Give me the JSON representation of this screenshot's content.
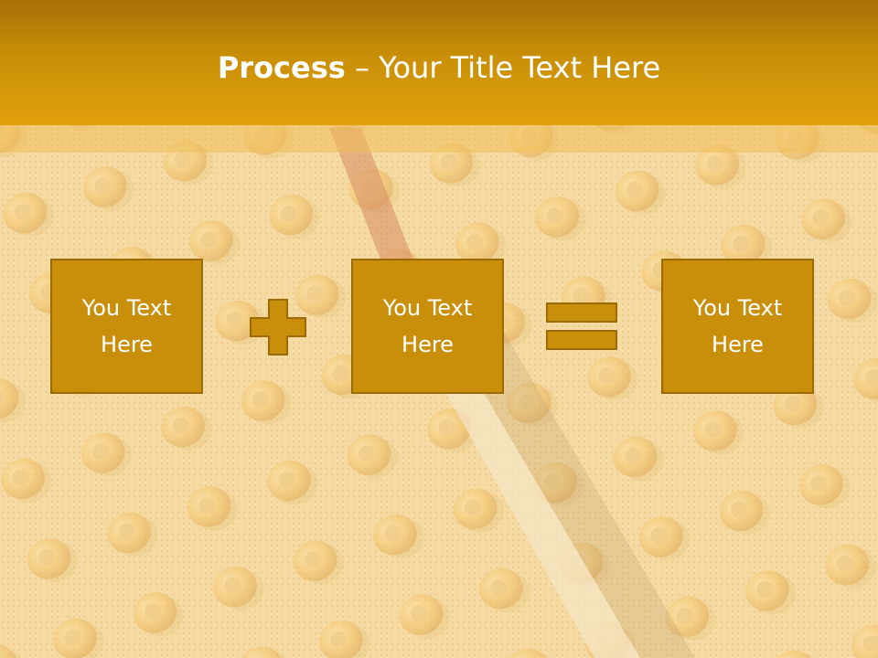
{
  "slide": {
    "title_bold": "Process",
    "title_rest": " – Your Title Text Here"
  },
  "process": {
    "boxes": [
      {
        "text": "You Text Here"
      },
      {
        "text": "You Text Here"
      },
      {
        "text": "You Text Here"
      }
    ],
    "operators": [
      "plus-icon",
      "equals-icon"
    ]
  },
  "colors": {
    "header": "#d99a09",
    "box_fill": "#c98f0a",
    "box_border": "#9a6a04",
    "text": "#ffffff",
    "background": "#f3d9a0"
  }
}
